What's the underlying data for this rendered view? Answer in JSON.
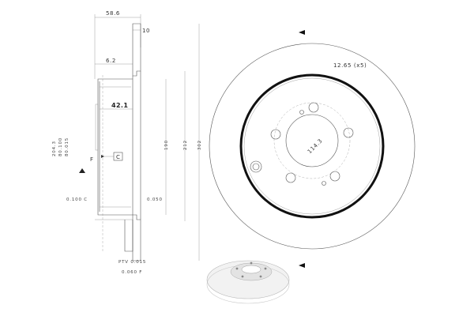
{
  "side_view": {
    "width_total": "58.6",
    "thickness": "10",
    "hat_thickness": "6.2",
    "hat_depth": "42.1",
    "bore_stack": [
      "204.3",
      "80.100",
      "80.015"
    ],
    "tol_left": "0.100 C",
    "tol_right": "0.050",
    "diameter_1": "190",
    "diameter_2": "212",
    "diameter_3": "302",
    "datum_c": "C",
    "datum_f": "F",
    "runout_1": "PTV 0.015",
    "runout_2": "0.060 F"
  },
  "front_view": {
    "bolt_holes": "12.65 (x5)",
    "pcd": "114.3"
  }
}
